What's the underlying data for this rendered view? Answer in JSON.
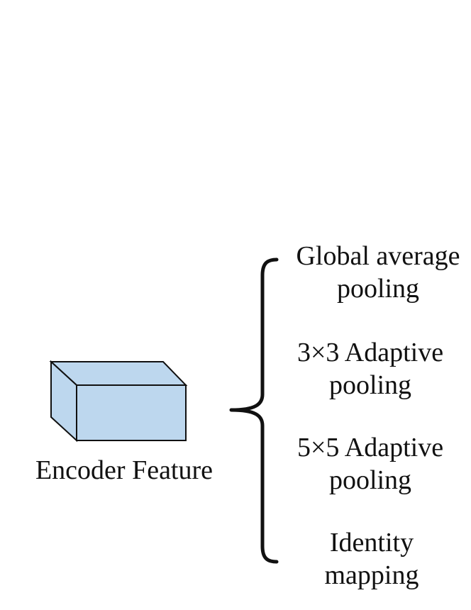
{
  "encoder": {
    "label": "Encoder Feature",
    "cube_front_color": "#bdd7ee",
    "cube_stroke_color": "#111111"
  },
  "options": [
    {
      "line1": "Global average",
      "line2": "pooling"
    },
    {
      "line1": "3×3 Adaptive",
      "line2": "pooling"
    },
    {
      "line1": "5×5 Adaptive",
      "line2": "pooling"
    },
    {
      "line1": "Identity",
      "line2": "mapping"
    }
  ],
  "brace": {
    "color": "#111111"
  }
}
